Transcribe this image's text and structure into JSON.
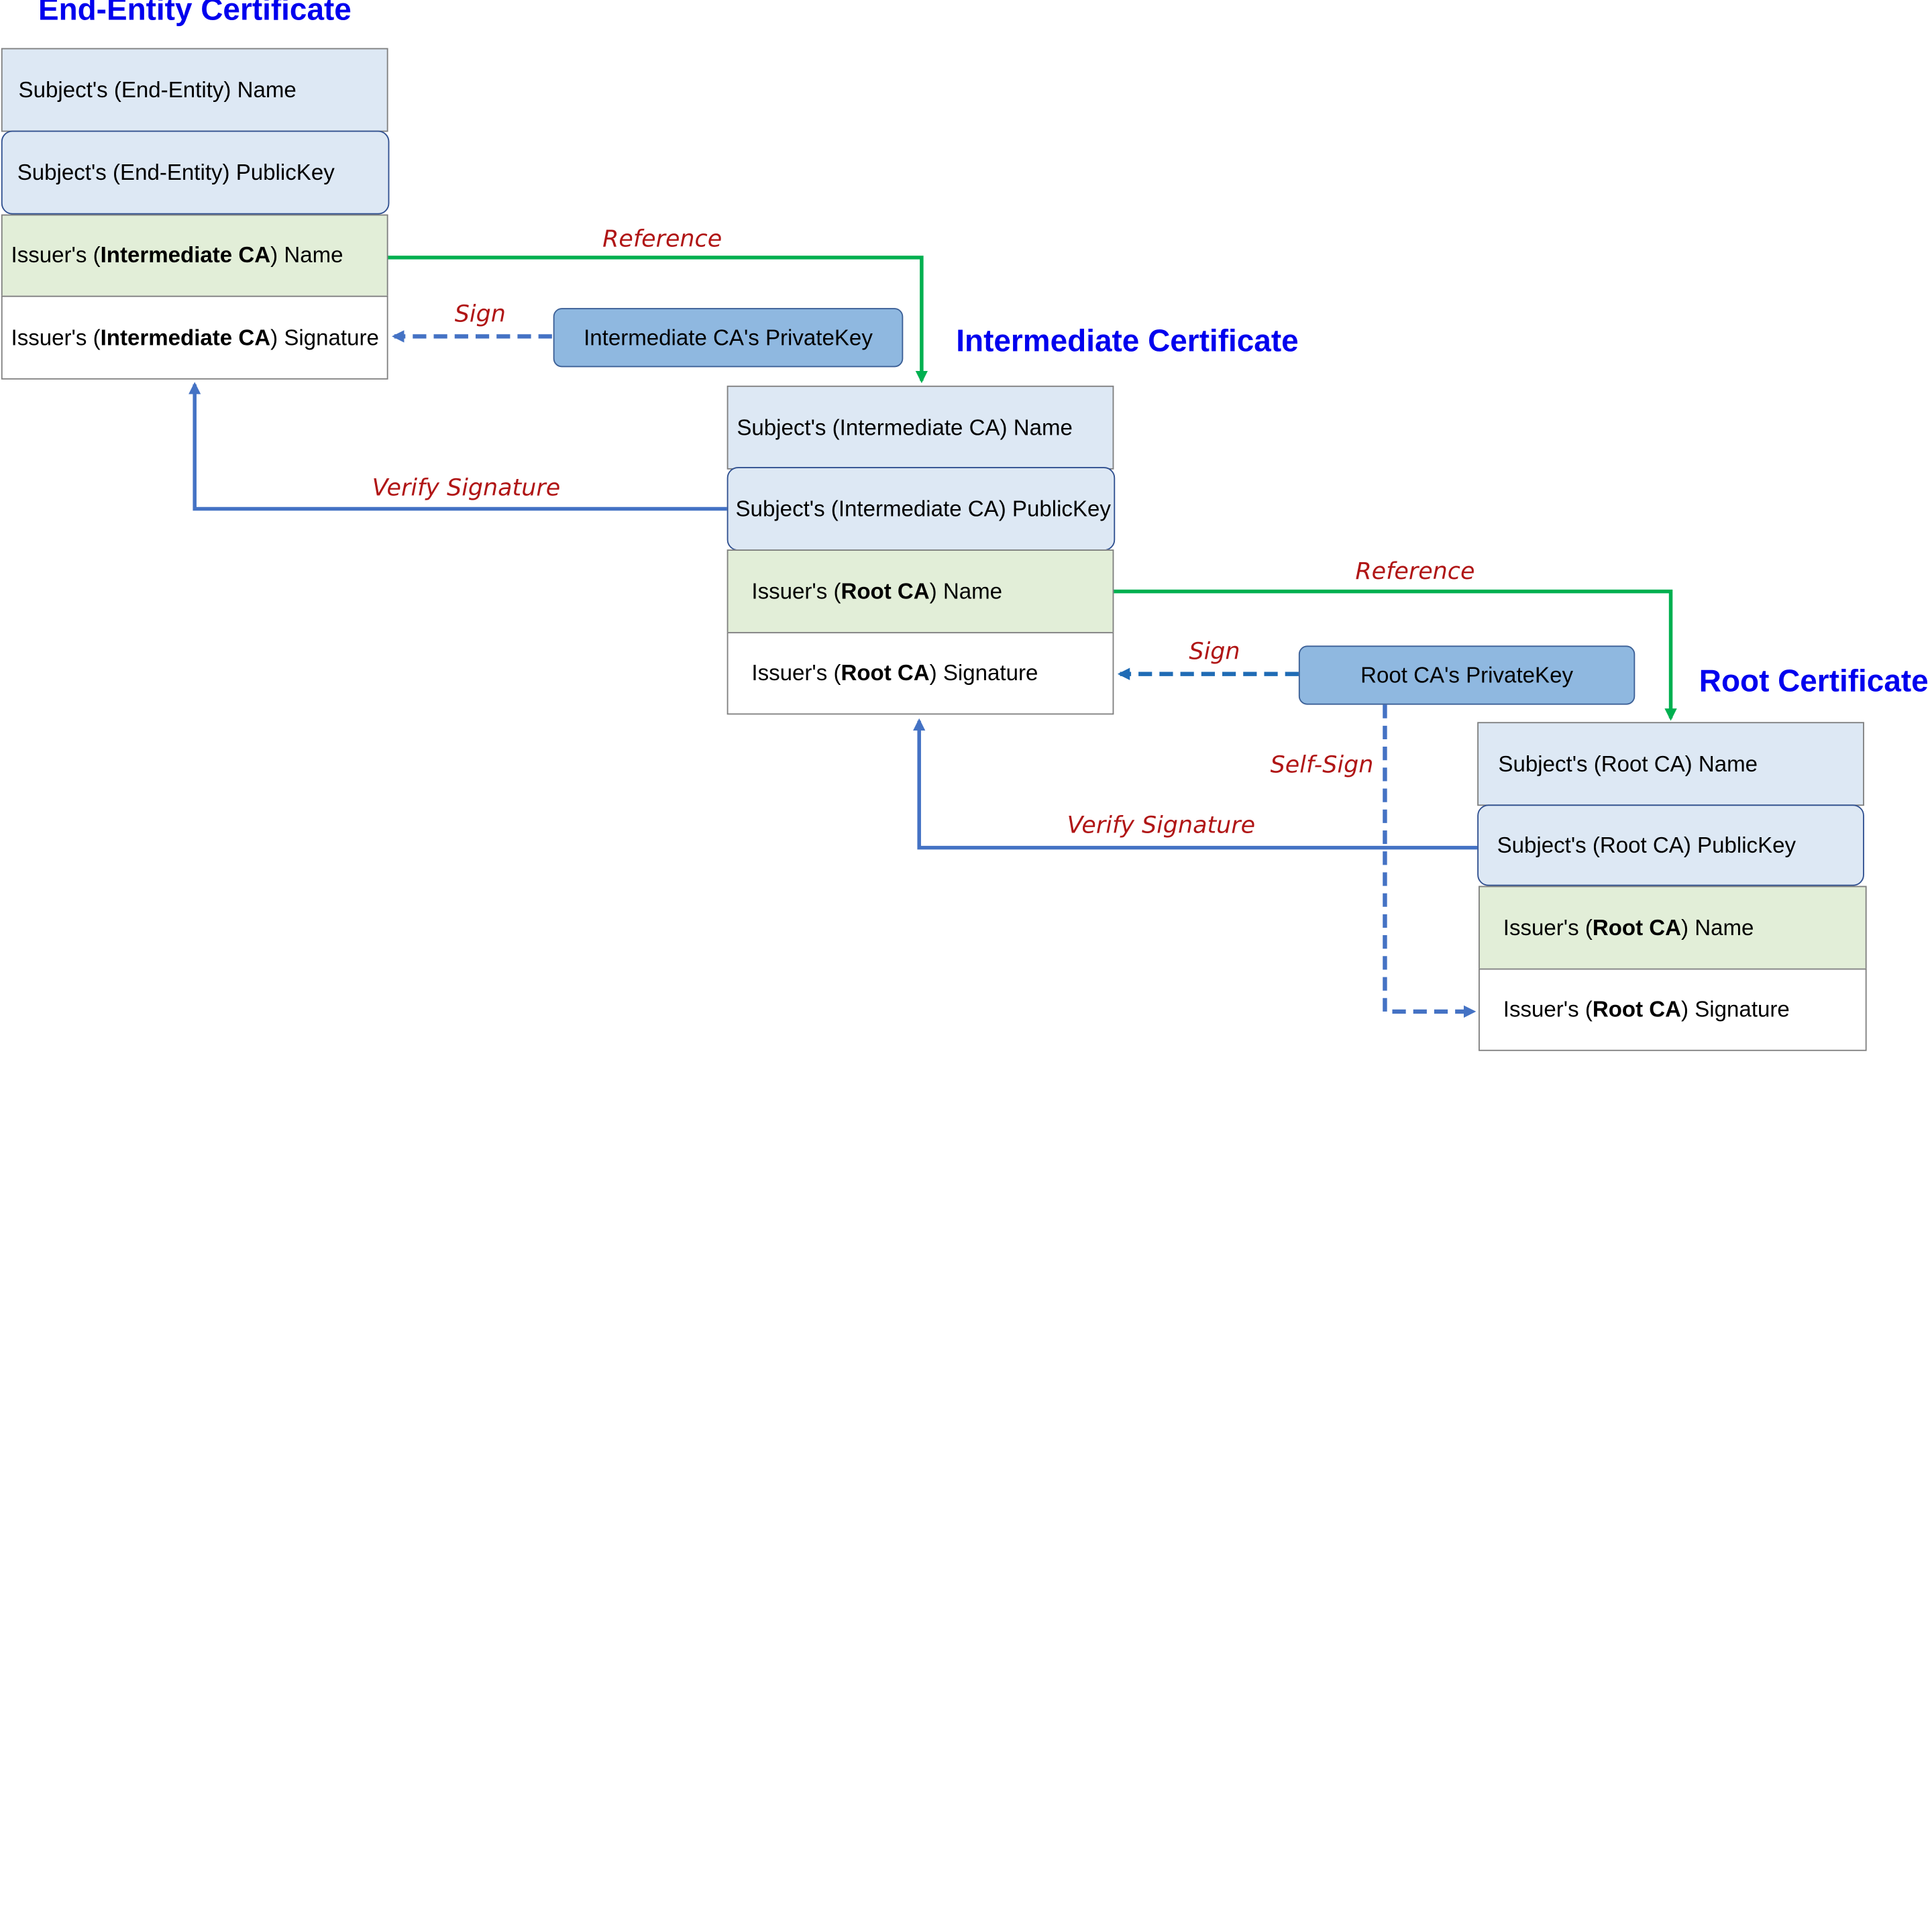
{
  "certificates": {
    "end_entity": {
      "title": "End-Entity Certificate",
      "subject_name": "Subject's (End-Entity) Name",
      "subject_pk": "Subject's (End-Entity) PublicKey",
      "issuer_name_pre": "Issuer's (",
      "issuer_name_bold": "Intermediate CA",
      "issuer_name_post": ") Name",
      "issuer_sig_pre": "Issuer's (",
      "issuer_sig_bold": "Intermediate CA",
      "issuer_sig_post": ") Signature"
    },
    "intermediate": {
      "title": "Intermediate Certificate",
      "subject_name": "Subject's (Intermediate CA) Name",
      "subject_pk": "Subject's (Intermediate CA) PublicKey",
      "issuer_name_pre": "Issuer's (",
      "issuer_name_bold": "Root CA",
      "issuer_name_post": ") Name",
      "issuer_sig_pre": "Issuer's (",
      "issuer_sig_bold": "Root CA",
      "issuer_sig_post": ") Signature"
    },
    "root": {
      "title": "Root Certificate",
      "subject_name": "Subject's (Root CA) Name",
      "subject_pk": "Subject's (Root CA) PublicKey",
      "issuer_name_pre": "Issuer's (",
      "issuer_name_bold": "Root CA",
      "issuer_name_post": ") Name",
      "issuer_sig_pre": "Issuer's (",
      "issuer_sig_bold": "Root CA",
      "issuer_sig_post": ") Signature"
    }
  },
  "keys": {
    "intermediate_private": "Intermediate CA's PrivateKey",
    "root_private": "Root CA's PrivateKey"
  },
  "edge_labels": {
    "reference_1": "Reference",
    "sign_1": "Sign",
    "verify_1": "Verify Signature",
    "reference_2": "Reference",
    "sign_2": "Sign",
    "self_sign": "Self-Sign",
    "verify_2": "Verify Signature"
  },
  "colors": {
    "title": "#0000ee",
    "label": "#b01515",
    "reference_arrow": "#00b050",
    "sign_arrow": "#4472c4",
    "subject_fill": "#dde8f4",
    "issuer_name_fill": "#e2eed8",
    "key_fill": "#8fb8e0"
  }
}
